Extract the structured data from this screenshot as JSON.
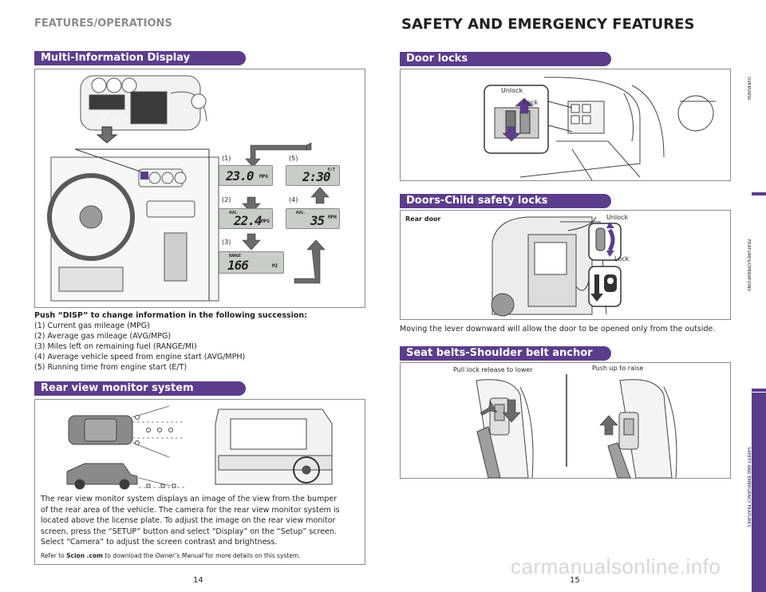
{
  "left_page": {
    "running_head": "FEATURES/OPERATIONS",
    "multi_info": {
      "header": "Multi-Information Display",
      "callouts": [
        "(1)",
        "(5)",
        "(2)",
        "(4)",
        "(3)"
      ],
      "displays": {
        "d1": {
          "value": "23.0",
          "unit": "MPG"
        },
        "d5": {
          "top": "E/T",
          "value": "2:30"
        },
        "d2": {
          "top": "AVG.",
          "value": "22.4",
          "unit": "MPG"
        },
        "d4": {
          "top": "AVG.",
          "value": "35",
          "unit": "MPH"
        },
        "d3": {
          "top": "RANGE",
          "value": "166",
          "unit": "MI"
        }
      },
      "cluster_labels": [
        "DISP",
        "ODO",
        "TRIP"
      ],
      "intro": "Push “DISP” to change information in the following succession:",
      "items": [
        "(1) Current gas mileage (MPG)",
        "(2) Average gas mileage (AVG/MPG)",
        "(3) Miles left on remaining fuel (RANGE/MI)",
        "(4) Average vehicle speed from engine start (AVG/MPH)",
        "(5) Running time from engine start (E/T)"
      ]
    },
    "rear_view": {
      "header": "Rear view monitor system",
      "text_lines": [
        "The rear view monitor system displays an image of the view from the bumper",
        "of the rear area of the vehicle. The camera for the rear view monitor system is",
        "located above the license plate. To adjust the image on the rear view monitor",
        "screen, press the “SETUP” button and select “Display” on the “Setup” screen.",
        "Select “Camera” to adjust the screen contrast and brightness."
      ],
      "refer_prefix": "Refer to ",
      "refer_site": "Scion .com",
      "refer_middle": " to download the ",
      "refer_manual": "Owner’s Manual",
      "refer_suffix": " for more details on this system."
    },
    "page_number": "14"
  },
  "right_page": {
    "title": "SAFETY AND EMERGENCY FEATURES",
    "door_locks": {
      "header": "Door locks",
      "unlock": "Unlock",
      "lock": "Lock"
    },
    "child_locks": {
      "header": "Doors-Child safety locks",
      "rear_door": "Rear door",
      "unlock": "Unlock",
      "lock": "Lock",
      "caption": "Moving the lever downward will allow the door to be opened only from the outside."
    },
    "seat_belts": {
      "header": "Seat belts-Shoulder belt anchor",
      "left_caption": "Pull lock release to lower",
      "right_caption": "Push up to raise"
    },
    "page_number": "15",
    "side_tabs": [
      "OVERVIEW",
      "FEATURES/OPERATIONS",
      "SAFETY AND EMERGENCY FEATURES"
    ]
  },
  "watermark": "carmanualsonline.info",
  "colors": {
    "accent": "#5b3d8c",
    "tab_active": "#5b3d8c"
  }
}
